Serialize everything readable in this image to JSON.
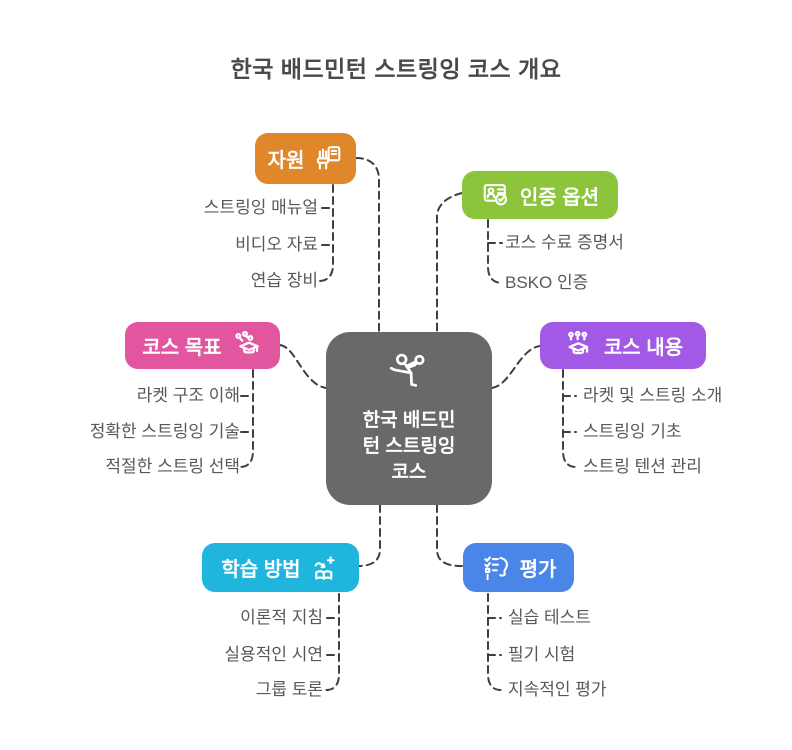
{
  "title": "한국 배드민턴 스트링잉 코스 개요",
  "center": {
    "lines": [
      "한국 배드민",
      "턴 스트링잉",
      "코스"
    ],
    "color": "#696969",
    "icon": "badminton-player-icon"
  },
  "colors": {
    "connector": "#3f3f3f",
    "title_text": "#4a4a4a",
    "leaf_text": "#57585b"
  },
  "branches": [
    {
      "id": "resources",
      "label": "자원",
      "color": "#e0872b",
      "icon": "hand-holding-manual-icon",
      "items": [
        "스트링잉 매뉴얼",
        "비디오 자료",
        "연습 장비"
      ]
    },
    {
      "id": "certification",
      "label": "인증 옵션",
      "color": "#8cc43c",
      "icon": "id-badge-check-icon",
      "items": [
        "코스 수료 증명서",
        "BSKO 인증"
      ]
    },
    {
      "id": "goals",
      "label": "코스 목표",
      "color": "#e2569f",
      "icon": "graduation-goals-icon",
      "items": [
        "라켓 구조 이해",
        "정확한 스트링잉 기술",
        "적절한 스트링 선택"
      ]
    },
    {
      "id": "content",
      "label": "코스 내용",
      "color": "#a25ae6",
      "icon": "graduation-sprouts-icon",
      "items": [
        "라켓 및 스트링 소개",
        "스트링잉 기초",
        "스트링 텐션 관리"
      ]
    },
    {
      "id": "methods",
      "label": "학습 방법",
      "color": "#1fb5dc",
      "icon": "book-learning-path-icon",
      "items": [
        "이론적 지침",
        "실용적인 시연",
        "그룹 토론"
      ]
    },
    {
      "id": "evaluation",
      "label": "평가",
      "color": "#4a86e8",
      "icon": "head-checklist-icon",
      "items": [
        "실습 테스트",
        "필기 시험",
        "지속적인 평가"
      ]
    }
  ]
}
